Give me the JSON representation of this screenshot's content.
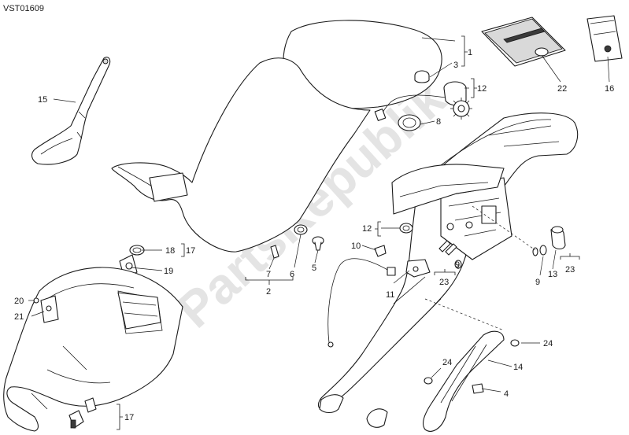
{
  "drawing_code": "VST01609",
  "watermark": "PartsRepublik",
  "callouts": {
    "c1": "1",
    "c2": "2",
    "c3": "3",
    "c4": "4",
    "c5": "5",
    "c6": "6",
    "c7": "7",
    "c8": "8",
    "c9a": "9",
    "c9b": "9",
    "c10": "10",
    "c11": "11",
    "c12a": "12",
    "c12b": "12",
    "c13": "13",
    "c14": "14",
    "c15": "15",
    "c16": "16",
    "c17a": "17",
    "c17b": "17",
    "c18": "18",
    "c19": "19",
    "c20": "20",
    "c21": "21",
    "c22": "22",
    "c23a": "23",
    "c23b": "23",
    "c24a": "24",
    "c24b": "24"
  }
}
